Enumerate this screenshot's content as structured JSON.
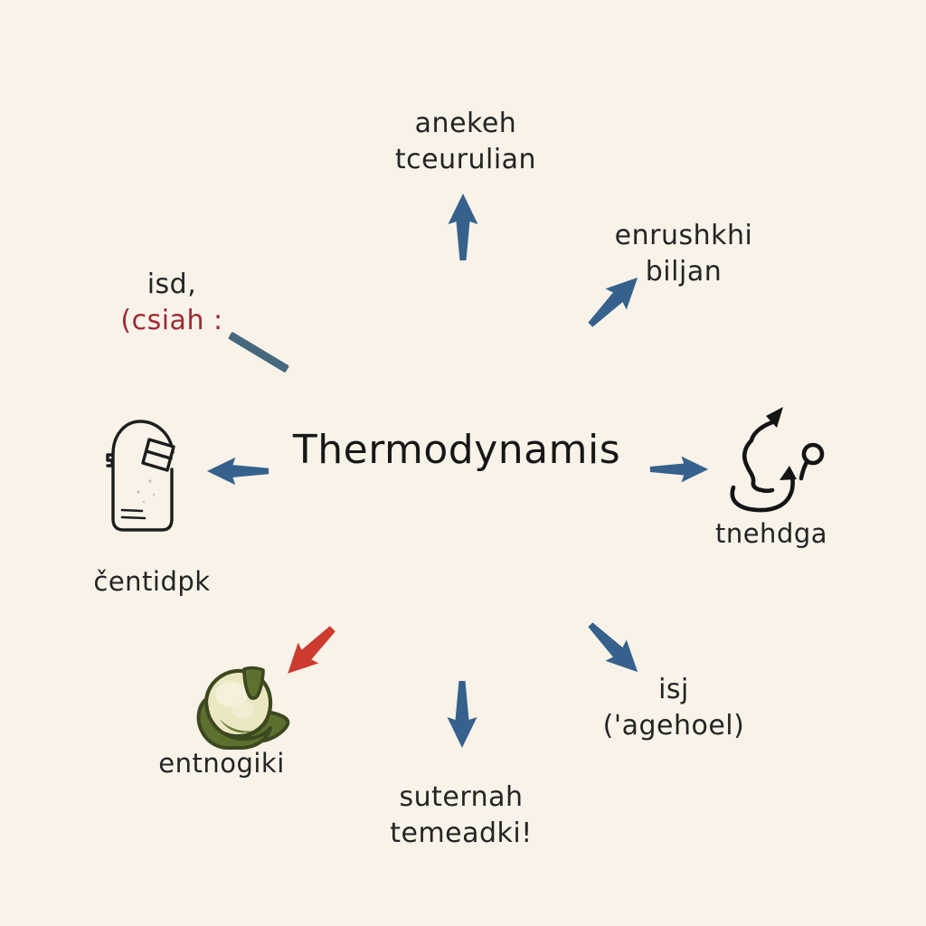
{
  "canvas": {
    "background": "#f8f2e9"
  },
  "colors": {
    "bg": "#f8f2e9",
    "arrow-blue": "#35618c",
    "arrow-red": "#cc3a30",
    "line-blue": "#45687f",
    "text-dark": "#242424",
    "text-red": "#9c2a34",
    "title": "#171717",
    "icon-green": "#5d7030",
    "icon-green-dark": "#3c481f",
    "icon-cream": "#ece7c3"
  },
  "center": {
    "title": "Thermodynamis"
  },
  "nodes": {
    "top": {
      "line1": "anekeh",
      "line2": "tceurulian"
    },
    "top_right": {
      "line1": "enrushkhi",
      "line2": "biljan"
    },
    "left_note": {
      "line1": "isd,",
      "line2": "(csiah :"
    },
    "left": {
      "label": "čentidpk"
    },
    "right": {
      "label": "tnehdga"
    },
    "bottom_right": {
      "line1": "isj",
      "line2": "('agehoel)"
    },
    "bottom": {
      "line1": "suternah",
      "line2": "temeadki!"
    },
    "bottom_left": {
      "label": "entnogiki"
    }
  },
  "icons": {
    "left": "container-jar-icon",
    "right": "squiggle-path-arrows-icon",
    "bottom_left": "green-pod-icon"
  }
}
